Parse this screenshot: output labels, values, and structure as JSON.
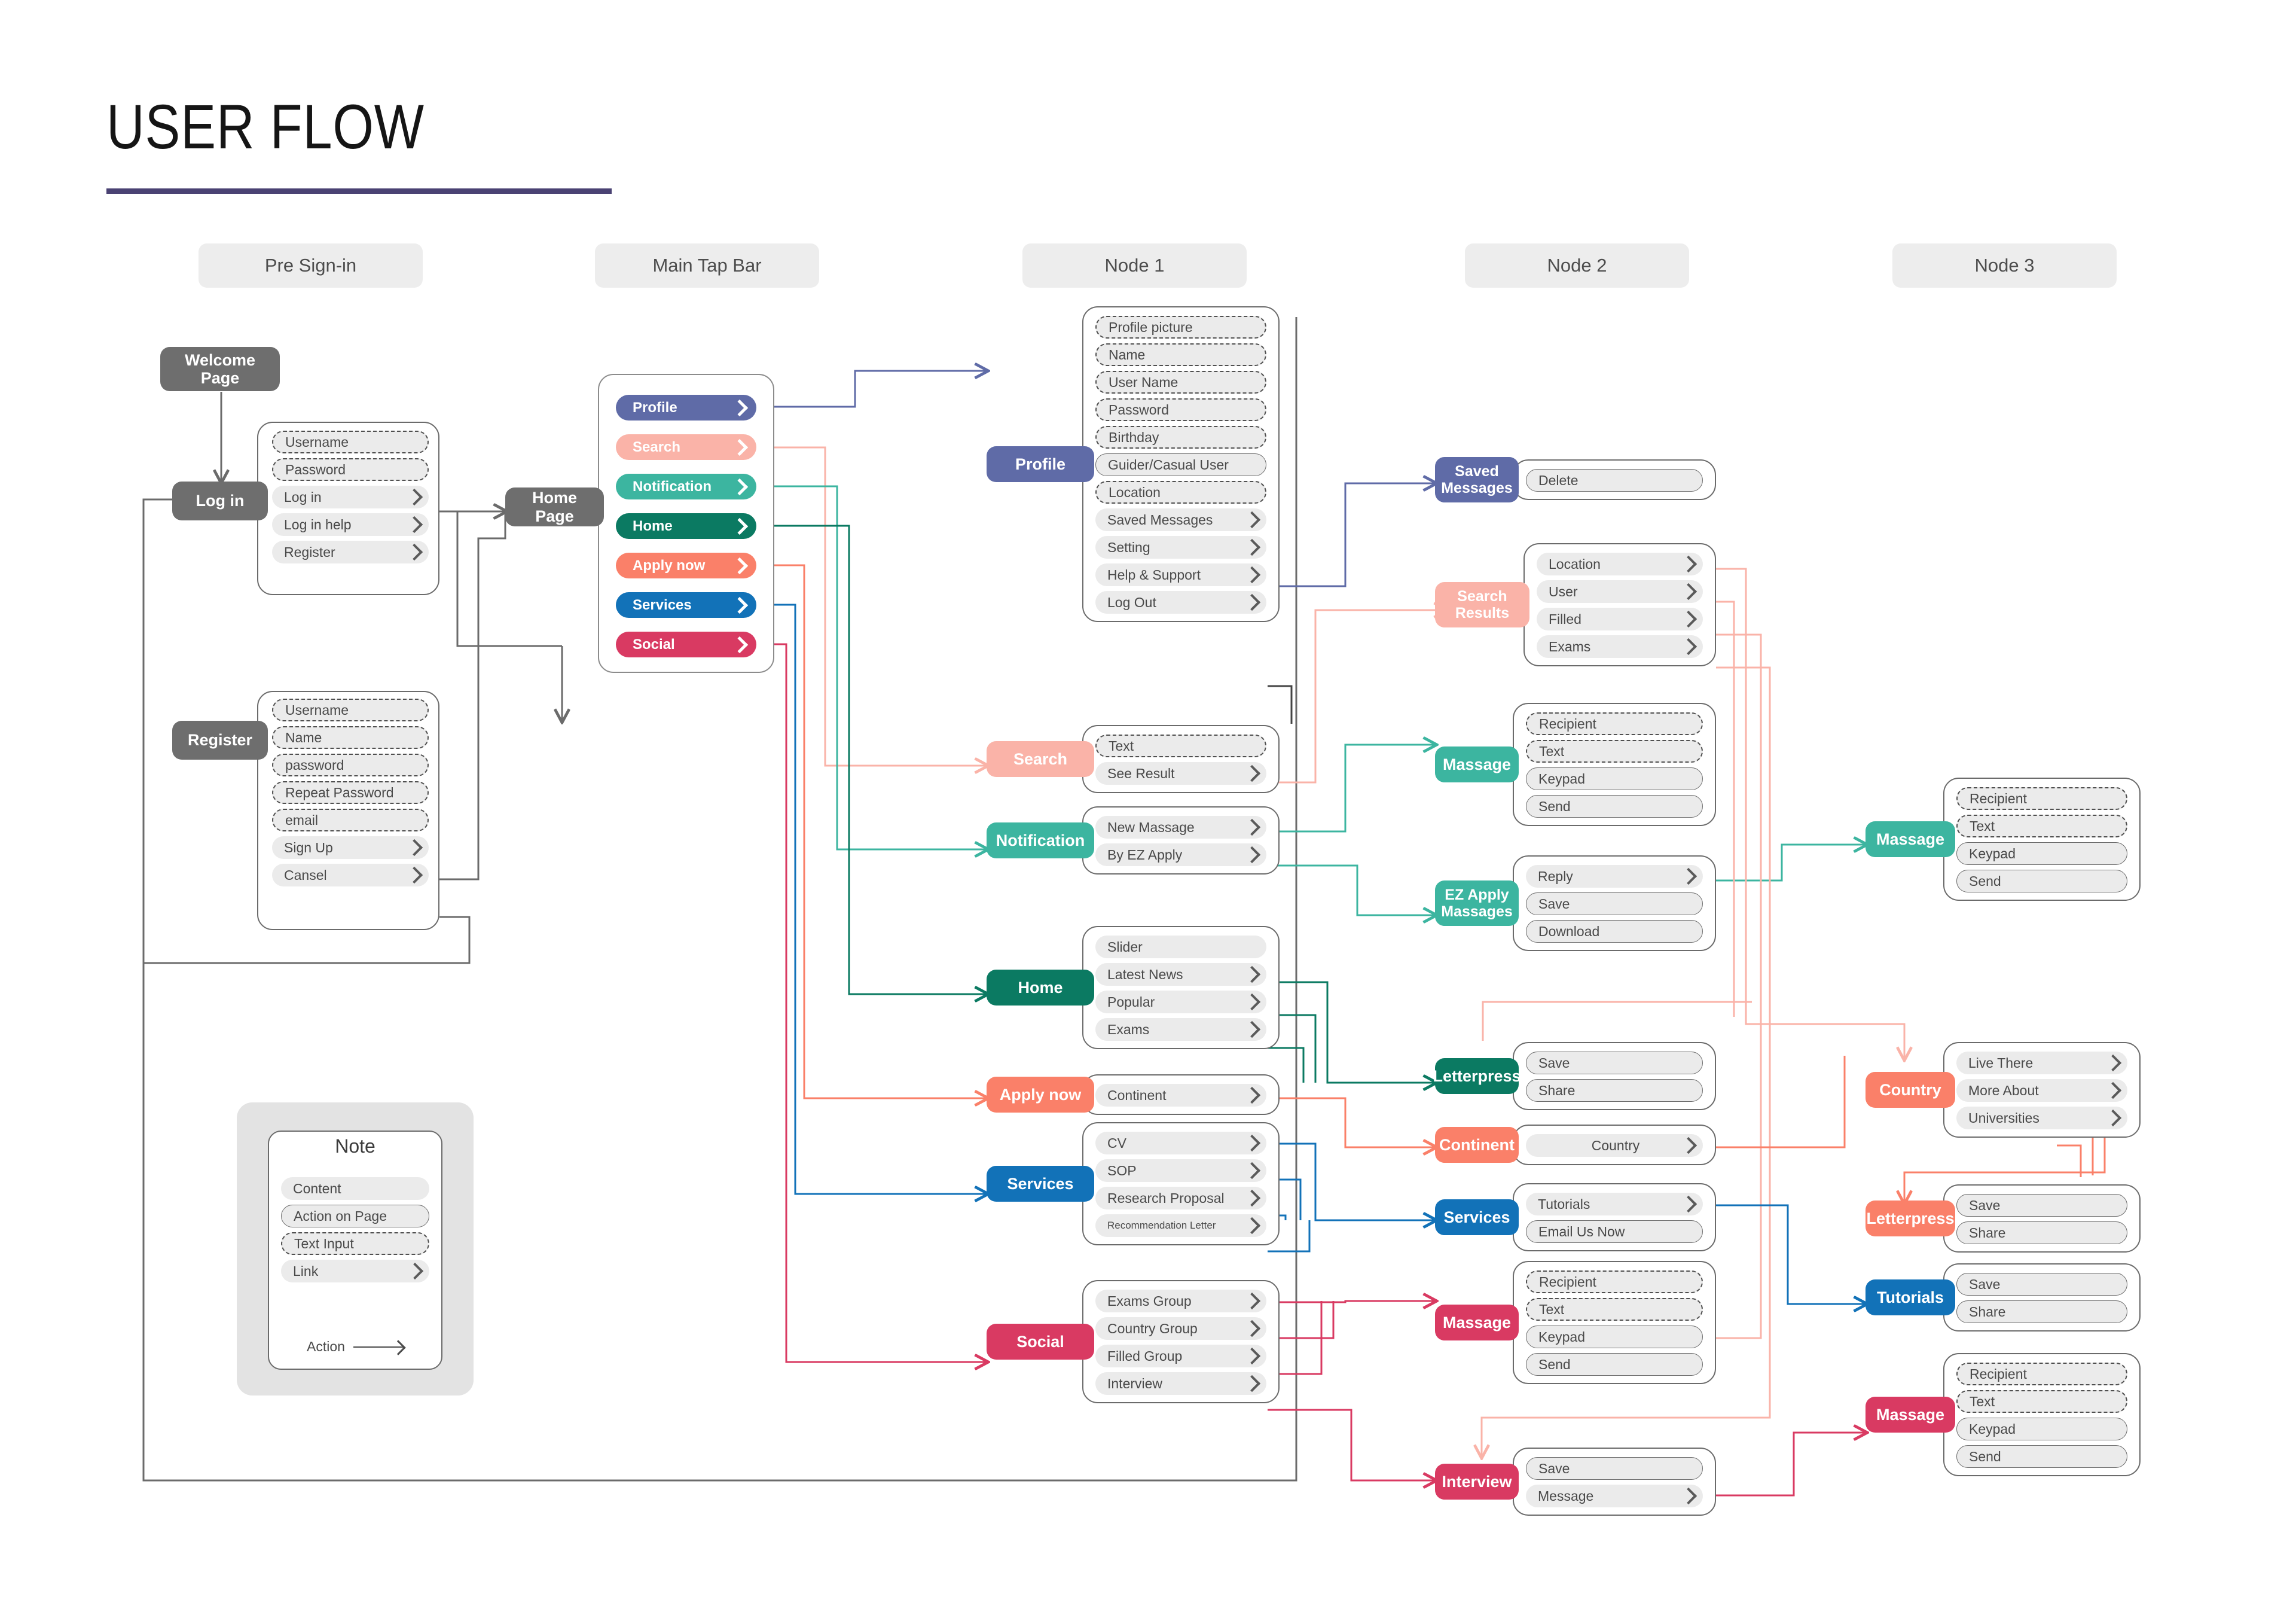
{
  "title": "USER FLOW",
  "columns": [
    {
      "label": "Pre Sign-in"
    },
    {
      "label": "Main Tap Bar"
    },
    {
      "label": "Node 1"
    },
    {
      "label": "Node 2"
    },
    {
      "label": "Node 3"
    }
  ],
  "pre_signin": {
    "welcome": "Welcome Page",
    "login_chip": "Log in",
    "login_rows": [
      {
        "label": "Username",
        "kind": "dash"
      },
      {
        "label": "Password",
        "kind": "dash"
      },
      {
        "label": "Log in",
        "kind": "plain",
        "chev": true
      },
      {
        "label": "Log in help",
        "kind": "plain",
        "chev": true
      },
      {
        "label": "Register",
        "kind": "plain",
        "chev": true
      }
    ],
    "register_chip": "Register",
    "register_rows": [
      {
        "label": "Username",
        "kind": "dash"
      },
      {
        "label": "Name",
        "kind": "dash"
      },
      {
        "label": "password",
        "kind": "dash"
      },
      {
        "label": "Repeat Password",
        "kind": "dash"
      },
      {
        "label": "email",
        "kind": "dash"
      },
      {
        "label": "Sign Up",
        "kind": "plain",
        "chev": true
      },
      {
        "label": "Cansel",
        "kind": "plain",
        "chev": true
      }
    ]
  },
  "main_tap_bar": {
    "home_page_chip": "Home Page",
    "items": [
      {
        "label": "Profile",
        "color": "#5f6ba7"
      },
      {
        "label": "Search",
        "color": "#fab3a8"
      },
      {
        "label": "Notification",
        "color": "#3cb5a0"
      },
      {
        "label": "Home",
        "color": "#0b7a62"
      },
      {
        "label": "Apply now",
        "color": "#fa8069"
      },
      {
        "label": "Services",
        "color": "#1272b8"
      },
      {
        "label": "Social",
        "color": "#d93a62"
      }
    ]
  },
  "node1": [
    {
      "chip": "Profile",
      "color": "#5f6ba7",
      "rows": [
        {
          "label": "Profile picture",
          "kind": "dash"
        },
        {
          "label": "Name",
          "kind": "dash"
        },
        {
          "label": "User Name",
          "kind": "dash"
        },
        {
          "label": "Password",
          "kind": "dash"
        },
        {
          "label": "Birthday",
          "kind": "dash"
        },
        {
          "label": "Guider/Casual User",
          "kind": "solid"
        },
        {
          "label": "Location",
          "kind": "dash"
        },
        {
          "label": "Saved Messages",
          "kind": "plain",
          "chev": true
        },
        {
          "label": "Setting",
          "kind": "plain",
          "chev": true
        },
        {
          "label": "Help & Support",
          "kind": "plain",
          "chev": true
        },
        {
          "label": "Log Out",
          "kind": "plain",
          "chev": true
        }
      ]
    },
    {
      "chip": "Search",
      "color": "#fab3a8",
      "rows": [
        {
          "label": "Text",
          "kind": "dash"
        },
        {
          "label": "See Result",
          "kind": "plain",
          "chev": true
        }
      ]
    },
    {
      "chip": "Notification",
      "color": "#3cb5a0",
      "rows": [
        {
          "label": "New Massage",
          "kind": "plain",
          "chev": true
        },
        {
          "label": "By EZ Apply",
          "kind": "plain",
          "chev": true
        }
      ]
    },
    {
      "chip": "Home",
      "color": "#0b7a62",
      "rows": [
        {
          "label": "Slider",
          "kind": "plain"
        },
        {
          "label": "Latest News",
          "kind": "plain",
          "chev": true
        },
        {
          "label": "Popular",
          "kind": "plain",
          "chev": true
        },
        {
          "label": "Exams",
          "kind": "plain",
          "chev": true
        }
      ]
    },
    {
      "chip": "Apply now",
      "color": "#fa8069",
      "rows": [
        {
          "label": "Continent",
          "kind": "plain",
          "chev": true
        }
      ]
    },
    {
      "chip": "Services",
      "color": "#1272b8",
      "rows": [
        {
          "label": "CV",
          "kind": "plain",
          "chev": true
        },
        {
          "label": "SOP",
          "kind": "plain",
          "chev": true
        },
        {
          "label": "Research Proposal",
          "kind": "plain",
          "chev": true
        },
        {
          "label": "Recommendation Letter",
          "kind": "plain",
          "chev": true,
          "small": true
        }
      ]
    },
    {
      "chip": "Social",
      "color": "#d93a62",
      "rows": [
        {
          "label": "Exams Group",
          "kind": "plain",
          "chev": true
        },
        {
          "label": "Country Group",
          "kind": "plain",
          "chev": true
        },
        {
          "label": "Filled Group",
          "kind": "plain",
          "chev": true
        },
        {
          "label": "Interview",
          "kind": "plain",
          "chev": true
        }
      ]
    }
  ],
  "node2": [
    {
      "chip": "Saved Messages",
      "color": "#5f6ba7",
      "two_line": true,
      "rows": [
        {
          "label": "Delete",
          "kind": "solid"
        }
      ]
    },
    {
      "chip": "Search Results",
      "color": "#fab3a8",
      "two_line": true,
      "rows": [
        {
          "label": "Location",
          "kind": "plain",
          "chev": true
        },
        {
          "label": "User",
          "kind": "plain",
          "chev": true
        },
        {
          "label": "Filled",
          "kind": "plain",
          "chev": true
        },
        {
          "label": "Exams",
          "kind": "plain",
          "chev": true
        }
      ]
    },
    {
      "chip": "Massage",
      "color": "#3cb5a0",
      "rows": [
        {
          "label": "Recipient",
          "kind": "dash"
        },
        {
          "label": "Text",
          "kind": "dash"
        },
        {
          "label": "Keypad",
          "kind": "solid"
        },
        {
          "label": "Send",
          "kind": "solid"
        }
      ]
    },
    {
      "chip": "EZ Apply Massages",
      "color": "#3cb5a0",
      "two_line": true,
      "rows": [
        {
          "label": "Reply",
          "kind": "plain",
          "chev": true
        },
        {
          "label": "Save",
          "kind": "solid"
        },
        {
          "label": "Download",
          "kind": "solid"
        }
      ]
    },
    {
      "chip": "Letterpress",
      "color": "#0b7a62",
      "rows": [
        {
          "label": "Save",
          "kind": "solid"
        },
        {
          "label": "Share",
          "kind": "solid"
        }
      ]
    },
    {
      "chip": "Continent",
      "color": "#fa8069",
      "rows": [
        {
          "label": "Country",
          "kind": "plain",
          "chev": true,
          "center": true
        }
      ]
    },
    {
      "chip": "Services",
      "color": "#1272b8",
      "rows": [
        {
          "label": "Tutorials",
          "kind": "plain",
          "chev": true
        },
        {
          "label": "Email Us Now",
          "kind": "solid"
        }
      ]
    },
    {
      "chip": "Massage",
      "color": "#d93a62",
      "rows": [
        {
          "label": "Recipient",
          "kind": "dash"
        },
        {
          "label": "Text",
          "kind": "dash"
        },
        {
          "label": "Keypad",
          "kind": "solid"
        },
        {
          "label": "Send",
          "kind": "solid"
        }
      ]
    },
    {
      "chip": "Interview",
      "color": "#d93a62",
      "rows": [
        {
          "label": "Save",
          "kind": "solid"
        },
        {
          "label": "Message",
          "kind": "plain",
          "chev": true
        }
      ]
    }
  ],
  "node3": [
    {
      "chip": "Massage",
      "color": "#3cb5a0",
      "rows": [
        {
          "label": "Recipient",
          "kind": "dash"
        },
        {
          "label": "Text",
          "kind": "dash"
        },
        {
          "label": "Keypad",
          "kind": "solid"
        },
        {
          "label": "Send",
          "kind": "solid"
        }
      ]
    },
    {
      "chip": "Country",
      "color": "#fa8069",
      "rows": [
        {
          "label": "Live There",
          "kind": "plain",
          "chev": true
        },
        {
          "label": "More About",
          "kind": "plain",
          "chev": true
        },
        {
          "label": "Universities",
          "kind": "plain",
          "chev": true
        }
      ]
    },
    {
      "chip": "Letterpress",
      "color": "#fa8069",
      "rows": [
        {
          "label": "Save",
          "kind": "solid"
        },
        {
          "label": "Share",
          "kind": "solid"
        }
      ]
    },
    {
      "chip": "Tutorials",
      "color": "#1272b8",
      "rows": [
        {
          "label": "Save",
          "kind": "solid"
        },
        {
          "label": "Share",
          "kind": "solid"
        }
      ]
    },
    {
      "chip": "Massage",
      "color": "#d93a62",
      "rows": [
        {
          "label": "Recipient",
          "kind": "dash"
        },
        {
          "label": "Text",
          "kind": "dash"
        },
        {
          "label": "Keypad",
          "kind": "solid"
        },
        {
          "label": "Send",
          "kind": "solid"
        }
      ]
    }
  ],
  "note": {
    "title": "Note",
    "rows": [
      {
        "label": "Content",
        "kind": "plain"
      },
      {
        "label": "Action on Page",
        "kind": "solid"
      },
      {
        "label": "Text Input",
        "kind": "dash"
      },
      {
        "label": "Link",
        "kind": "plain",
        "chev": true
      }
    ],
    "action_label": "Action"
  },
  "colors": {
    "accent_rule": "#4a4273",
    "grey_chip": "#6e6e6e",
    "row_fill": "#ebebeb",
    "panel_border": "#6b6b6b"
  }
}
